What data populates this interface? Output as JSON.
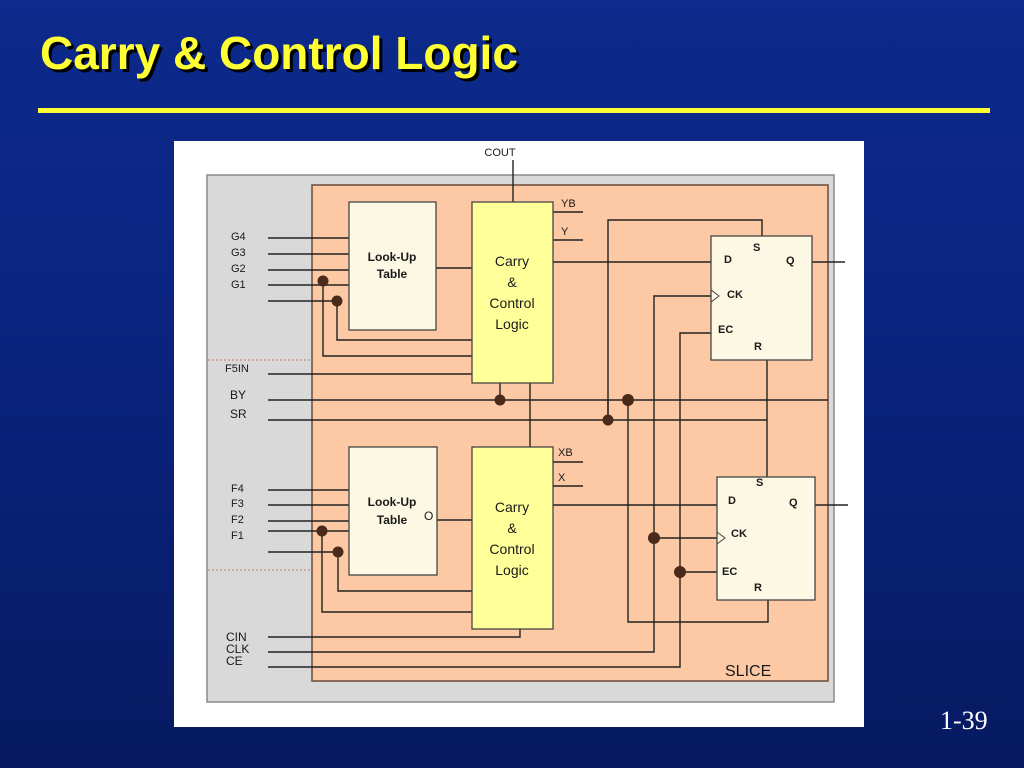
{
  "slide": {
    "title": "Carry & Control Logic",
    "page_number": "1-39",
    "colors": {
      "background": "#0a2480",
      "title": "#ffff33",
      "rule": "#ffff33",
      "slice_fill": "#fcc9a4",
      "carry_fill": "#ffff99",
      "lut_fill": "#fcf8e4",
      "ff_fill": "#fcf8e4",
      "outer_fill": "#d9d9d9"
    }
  },
  "diagram": {
    "cout": "COUT",
    "slice_label": "SLICE",
    "top_inputs": [
      "G4",
      "G3",
      "G2",
      "G1"
    ],
    "bottom_inputs": [
      "F4",
      "F3",
      "F2",
      "F1"
    ],
    "f5in": "F5IN",
    "by": "BY",
    "sr": "SR",
    "cin": "CIN",
    "clk": "CLK",
    "ce": "CE",
    "top_lut": {
      "line1": "Look-Up",
      "line2": "Table"
    },
    "bottom_lut": {
      "line1": "Look-Up",
      "line2": "Table",
      "out": "O"
    },
    "top_carry": {
      "line1": "Carry",
      "line2": "&",
      "line3": "Control",
      "line4": "Logic"
    },
    "bottom_carry": {
      "line1": "Carry",
      "line2": "&",
      "line3": "Control",
      "line4": "Logic"
    },
    "yb": "YB",
    "y": "Y",
    "xb": "XB",
    "x": "X",
    "top_ff": {
      "s": "S",
      "d": "D",
      "q": "Q",
      "ck": "CK",
      "ec": "EC",
      "r": "R"
    },
    "bottom_ff": {
      "s": "S",
      "d": "D",
      "q": "Q",
      "ck": "CK",
      "ec": "EC",
      "r": "R"
    }
  }
}
